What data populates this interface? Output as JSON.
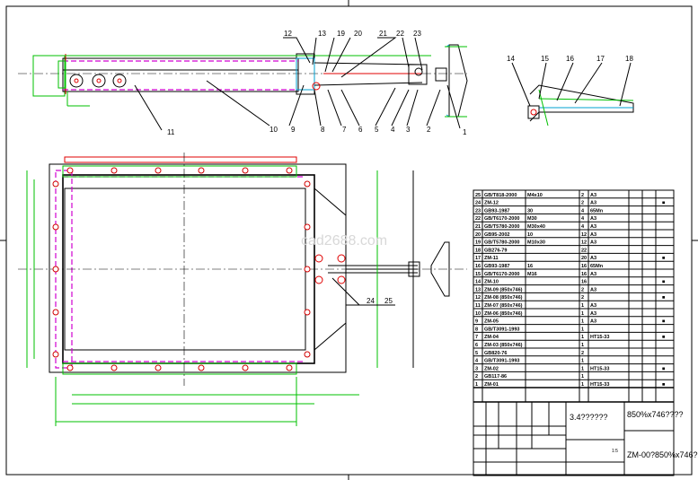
{
  "drawing": {
    "watermark": "cad2688.com",
    "top_view_balloons_top": [
      "12",
      "13",
      "19",
      "20",
      "21",
      "22",
      "23"
    ],
    "top_view_balloons_bottom": [
      "11",
      "10",
      "9",
      "8",
      "7",
      "6",
      "5",
      "4",
      "3",
      "2",
      "1"
    ],
    "detail_balloons": [
      "14",
      "15",
      "16",
      "17",
      "18"
    ],
    "front_view_balloons": [
      "24",
      "25"
    ]
  },
  "parts_table": {
    "rows": [
      {
        "no": "25",
        "code": "GB/T818-2000",
        "name": "M4x10",
        "qty": "2",
        "material": "A3",
        "note": ""
      },
      {
        "no": "24",
        "code": "ZM-12",
        "name": "",
        "qty": "2",
        "material": "A3",
        "note": "■"
      },
      {
        "no": "23",
        "code": "GB93-1987",
        "name": "30",
        "qty": "4",
        "material": "65Mn",
        "note": ""
      },
      {
        "no": "22",
        "code": "GB/T6170-2000",
        "name": "M30",
        "qty": "4",
        "material": "A3",
        "note": ""
      },
      {
        "no": "21",
        "code": "GB/T5780-2000",
        "name": "M30x40",
        "qty": "4",
        "material": "A3",
        "note": ""
      },
      {
        "no": "20",
        "code": "GB95-2002",
        "name": "10",
        "qty": "12",
        "material": "A3",
        "note": ""
      },
      {
        "no": "19",
        "code": "GB/T5780-2000",
        "name": "M10x30",
        "qty": "12",
        "material": "A3",
        "note": ""
      },
      {
        "no": "18",
        "code": "GB276-79",
        "name": "",
        "qty": "22",
        "material": "",
        "note": ""
      },
      {
        "no": "17",
        "code": "ZM-11",
        "name": "",
        "qty": "20",
        "material": "A3",
        "note": "■"
      },
      {
        "no": "16",
        "code": "GB93-1987",
        "name": "16",
        "qty": "16",
        "material": "65Mn",
        "note": ""
      },
      {
        "no": "15",
        "code": "GB/T6170-2000",
        "name": "M16",
        "qty": "16",
        "material": "A3",
        "note": ""
      },
      {
        "no": "14",
        "code": "ZM-10",
        "name": "",
        "qty": "16",
        "material": "",
        "note": "■"
      },
      {
        "no": "13",
        "code": "ZM-09 (850x746)",
        "name": "",
        "qty": "2",
        "material": "A3",
        "note": ""
      },
      {
        "no": "12",
        "code": "ZM-08 (850x746)",
        "name": "",
        "qty": "2",
        "material": "",
        "note": "■"
      },
      {
        "no": "11",
        "code": "ZM-07 (850x746)",
        "name": "",
        "qty": "1",
        "material": "A3",
        "note": ""
      },
      {
        "no": "10",
        "code": "ZM-06 (850x746)",
        "name": "",
        "qty": "1",
        "material": "A3",
        "note": ""
      },
      {
        "no": "9",
        "code": "ZM-05",
        "name": "",
        "qty": "1",
        "material": "A3",
        "note": "■"
      },
      {
        "no": "8",
        "code": "GB/T3091-1993",
        "name": "",
        "qty": "1",
        "material": "",
        "note": ""
      },
      {
        "no": "7",
        "code": "ZM-04",
        "name": "",
        "qty": "1",
        "material": "HT15-33",
        "note": "■"
      },
      {
        "no": "6",
        "code": "ZM-03 (850x746)",
        "name": "",
        "qty": "1",
        "material": "",
        "note": ""
      },
      {
        "no": "5",
        "code": "GB820-76",
        "name": "",
        "qty": "2",
        "material": "",
        "note": ""
      },
      {
        "no": "4",
        "code": "GB/T3091-1993",
        "name": "",
        "qty": "1",
        "material": "",
        "note": ""
      },
      {
        "no": "3",
        "code": "ZM-02",
        "name": "",
        "qty": "1",
        "material": "HT15-33",
        "note": "■"
      },
      {
        "no": "2",
        "code": "GB117-86",
        "name": "",
        "qty": "1",
        "material": "",
        "note": ""
      },
      {
        "no": "1",
        "code": "ZM-01",
        "name": "",
        "qty": "1",
        "material": "HT15-33",
        "note": "■"
      }
    ]
  },
  "title_block": {
    "scale_text": "3.4??????",
    "title": "850%x746????",
    "drawing_number": "ZM-00?850%x746?",
    "ratio": "1:5"
  }
}
